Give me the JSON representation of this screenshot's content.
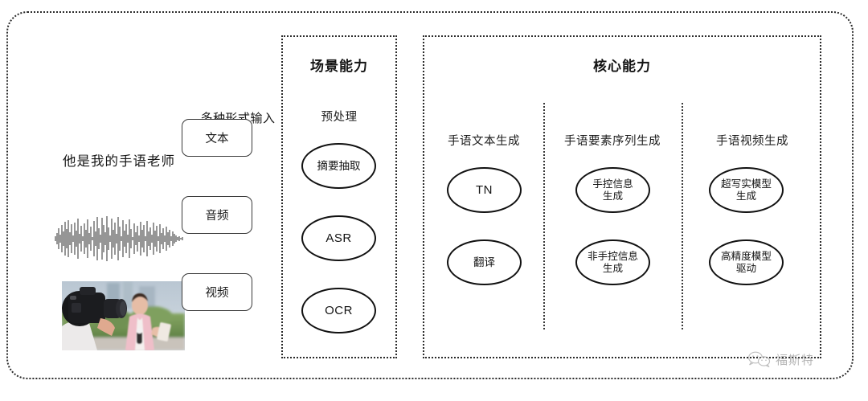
{
  "diagram": {
    "title_hidden": "",
    "outer_frame": {
      "style": "dotted-rounded",
      "color": "#2b2b2b"
    }
  },
  "input_section": {
    "heading": "多种形式输入",
    "sample_sentence": "他是我的手语老师",
    "modality_boxes": [
      {
        "label": "文本",
        "name": "text"
      },
      {
        "label": "音频",
        "name": "audio"
      },
      {
        "label": "视频",
        "name": "video"
      }
    ],
    "media": {
      "waveform_alt": "audio-waveform",
      "thumbnail_alt": "video-thumbnail-reporter-cameraman"
    }
  },
  "scene_panel": {
    "title": "场景能力",
    "group_title": "预处理",
    "nodes": [
      {
        "label": "摘要抽取",
        "kind": "cjk"
      },
      {
        "label": "ASR",
        "kind": "latin"
      },
      {
        "label": "OCR",
        "kind": "latin"
      }
    ]
  },
  "core_panel": {
    "title": "核心能力",
    "columns": [
      {
        "title": "手语文本生成",
        "nodes": [
          {
            "label": "TN",
            "kind": "latin"
          },
          {
            "label": "翻译",
            "kind": "cjk"
          }
        ]
      },
      {
        "title": "手语要素序列生成",
        "nodes": [
          {
            "label": "手控信息\n生成",
            "line1": "手控信息",
            "line2": "生成",
            "kind": "cjk2"
          },
          {
            "label": "非手控信息\n生成",
            "line1": "非手控信息",
            "line2": "生成",
            "kind": "cjk2"
          }
        ]
      },
      {
        "title": "手语视频生成",
        "nodes": [
          {
            "label": "超写实模型\n生成",
            "line1": "超写实模型",
            "line2": "生成",
            "kind": "cjk2"
          },
          {
            "label": "高精度模型\n驱动",
            "line1": "高精度模型",
            "line2": "驱动",
            "kind": "cjk2"
          }
        ]
      }
    ]
  },
  "watermark": {
    "icon": "wechat-bubbles-icon",
    "text": "福斯特",
    "color": "#8b8b8b"
  }
}
